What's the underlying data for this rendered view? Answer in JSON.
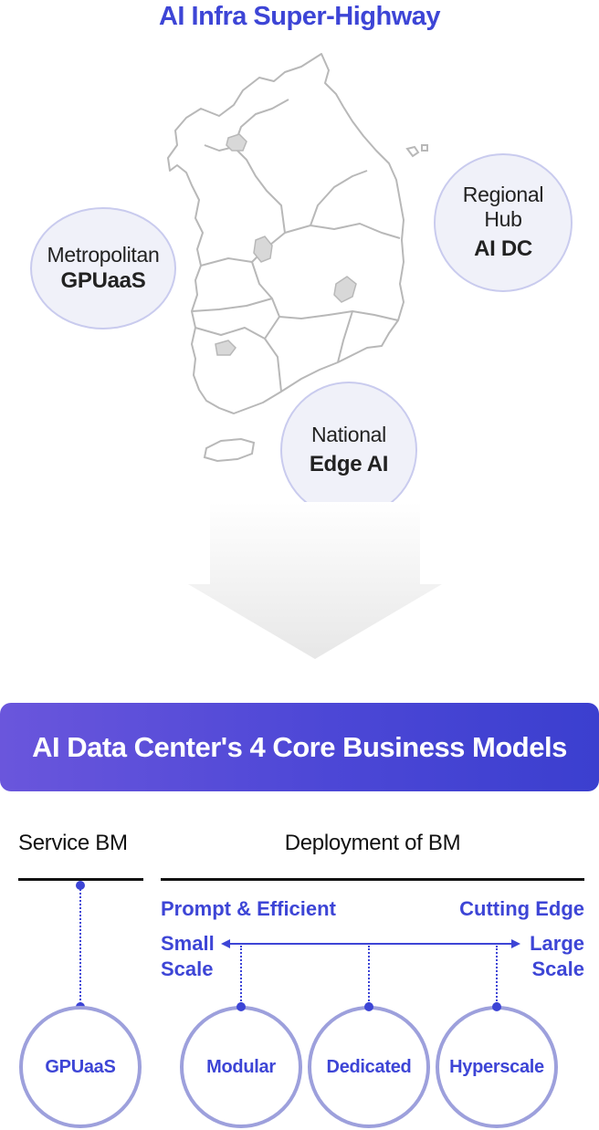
{
  "top_title": "AI Infra Super-Highway",
  "regions": [
    {
      "line1": "Metropolitan",
      "line2": "GPUaaS"
    },
    {
      "line1": "Regional",
      "line1b": "Hub",
      "line2": "AI DC"
    },
    {
      "line1": "National",
      "line2": "Edge AI"
    }
  ],
  "banner": "AI Data Center's 4 Core Business Models",
  "service": {
    "header": "Service BM",
    "item": "GPUaaS"
  },
  "deployment": {
    "header": "Deployment of BM",
    "left_label": "Prompt & Efficient",
    "right_label": "Cutting Edge",
    "scale_left_1": "Small",
    "scale_left_2": "Scale",
    "scale_right_1": "Large",
    "scale_right_2": "Scale",
    "items": [
      "Modular",
      "Dedicated",
      "Hyperscale"
    ]
  },
  "colors": {
    "accent": "#3d45d6",
    "circle_border": "#9da0dc",
    "banner_start": "#6a56dc",
    "banner_end": "#3b3fcf"
  }
}
